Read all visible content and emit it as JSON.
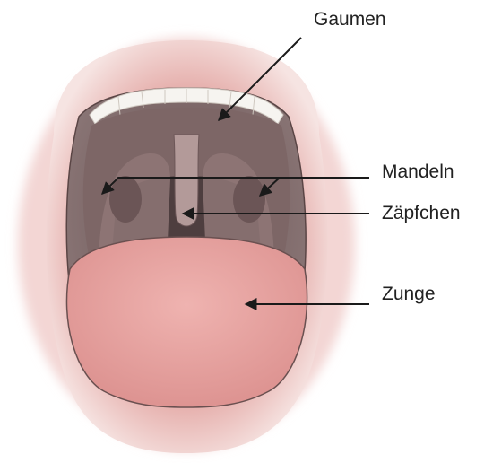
{
  "diagram": {
    "labels": {
      "palate": "Gaumen",
      "tonsils": "Mandeln",
      "uvula": "Zäpfchen",
      "tongue": "Zunge"
    },
    "colors": {
      "lips": "#e9b4b0",
      "lips_dark": "#d68f8c",
      "cavity": "#7c6766",
      "throat": "#4e3e3f",
      "tongue": "#e8a4a2",
      "teeth": "#f6f4f0",
      "leader_line": "#1a1a1a"
    }
  }
}
